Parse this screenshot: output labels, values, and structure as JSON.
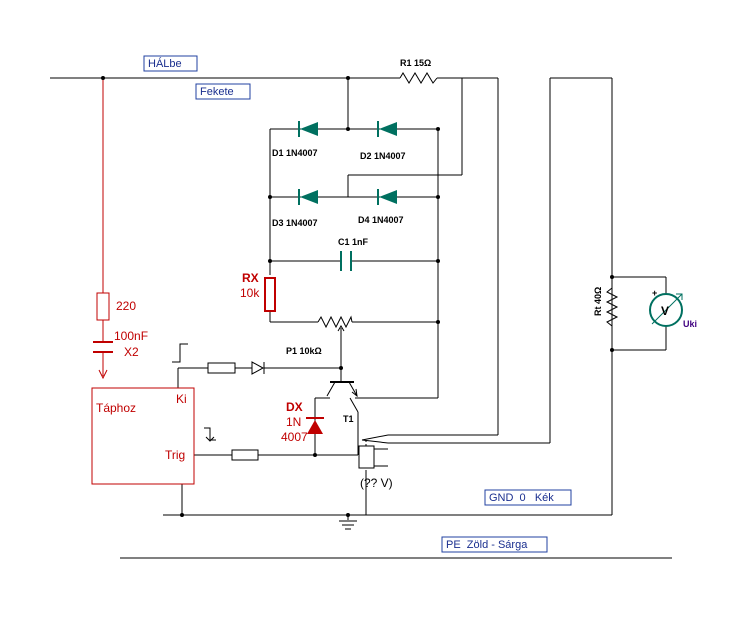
{
  "colors": {
    "wire": "#000000",
    "ac_wire": "#c00000",
    "diode": "#007060",
    "label_box": "#2040a0",
    "label_text": "#1a2f8f",
    "highlight": "#c00000",
    "ground_plane": "#c06000"
  },
  "nets": {
    "phase": "HÁLbe",
    "neutral": "Fekete",
    "ground": "GND  0   Kék",
    "protective_earth": "PE  Zöld - Sárga"
  },
  "components": {
    "r1": "R1 15Ω",
    "d1": "D1 1N4007",
    "d2": "D2 1N4007",
    "d3": "D3 1N4007",
    "d4": "D4 1N4007",
    "c1": "C1 1nF",
    "rx_name": "RX",
    "rx_value": "10k",
    "p1": "P1 10kΩ",
    "t1": "T1",
    "dx_name": "DX",
    "dx_line1": "1N",
    "dx_line2": "4007",
    "relay": "(?? V)",
    "r220": "220",
    "cap_value": "100nF",
    "cap_name": "X2",
    "psu_label": "Táphoz",
    "ki_label": "Ki",
    "trig_label": "Trig",
    "rt": "Rt 40Ω",
    "voltmeter": "V",
    "uki": "Uki",
    "plus": "+"
  }
}
